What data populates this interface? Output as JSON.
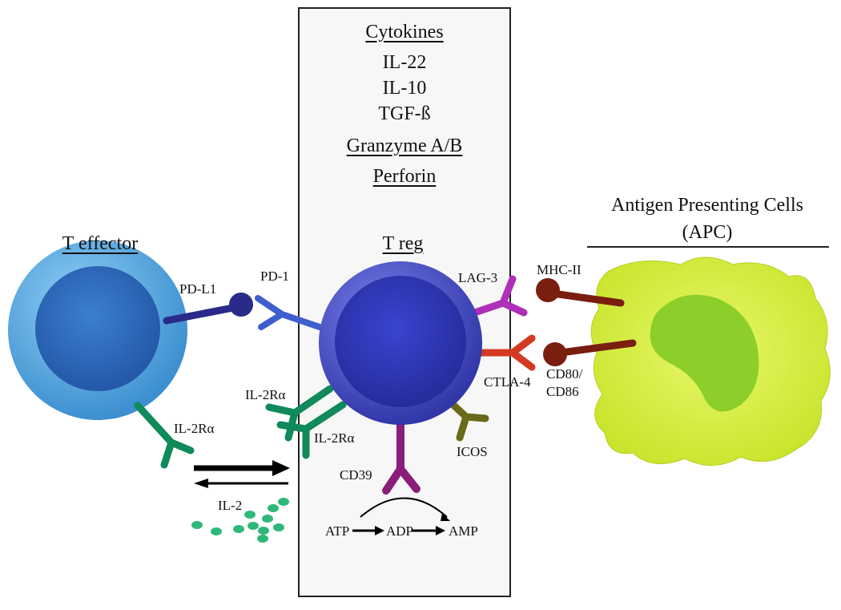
{
  "box": {
    "cytokines_heading": "Cytokines",
    "cytokines": [
      "IL-22",
      "IL-10",
      "TGF-ß"
    ],
    "granzyme": "Granzyme A/B",
    "perforin": "Perforin"
  },
  "cells": {
    "t_effector": "T effector",
    "t_reg": "T reg",
    "apc_line1": "Antigen Presenting Cells",
    "apc_line2": "(APC)"
  },
  "receptors": {
    "pd_l1": "PD-L1",
    "pd_1": "PD-1",
    "lag_3": "LAG-3",
    "mhc_ii": "MHC-II",
    "ctla_4": "CTLA-4",
    "cd80": "CD80/",
    "cd86": "CD86",
    "il2ra_effector": "IL-2Rα",
    "il2ra_treg_top": "IL-2Rα",
    "il2ra_treg_bottom": "IL-2Rα",
    "icos": "ICOS",
    "cd39": "CD39"
  },
  "molecules": {
    "il_2": "IL-2",
    "atp": "ATP",
    "adp": "ADP",
    "amp": "AMP"
  },
  "colors": {
    "t_effector_outer": "#5aa9e0",
    "t_effector_inner": "#2f6fc0",
    "t_reg": "#3d3fc2",
    "apc": "#d6ef3a",
    "apc_nucleus": "#8ccf2a",
    "pd_l1": "#2a2a8a",
    "pd_1": "#3f5fcf",
    "lag_3": "#b02fb8",
    "ctla_4": "#d43a22",
    "mhc": "#7a1e10",
    "il2ra": "#0f8a5a",
    "icos": "#6a6a18",
    "cd39": "#8a1d7a",
    "il2_dots": "#2fb87a"
  }
}
